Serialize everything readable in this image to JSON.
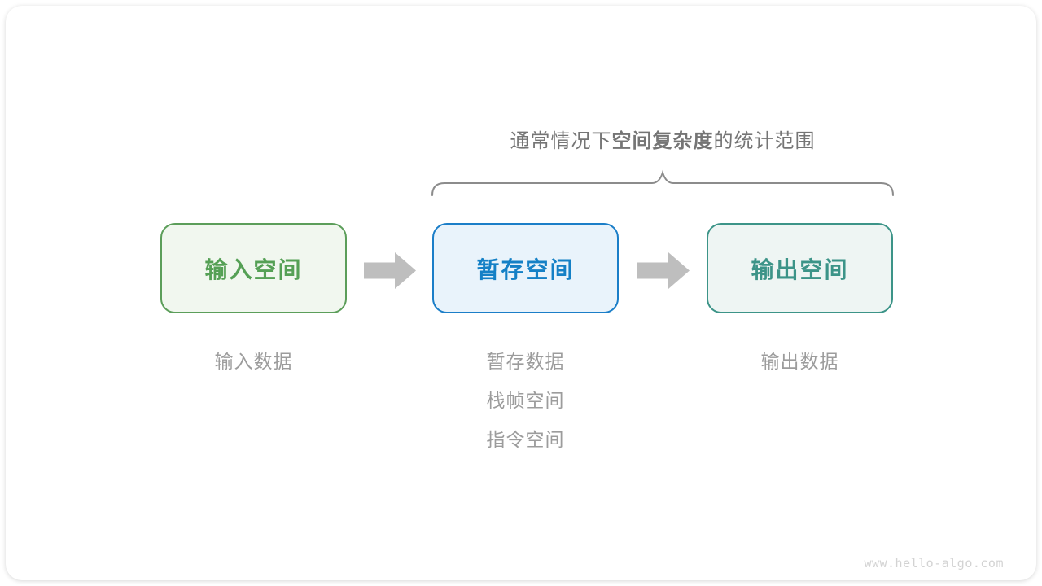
{
  "card": {
    "annotation_title": {
      "prefix": "通常情况下",
      "bold": "空间复杂度",
      "suffix": "的统计范围"
    },
    "brace_color": "#8C8C8C",
    "arrow_color": "#BEBEBE",
    "boxes": [
      {
        "id": "input-space",
        "label": "输入空间",
        "border_color": "#5C9E5A",
        "text_color": "#55A055",
        "fill_color": "#F1F7EF",
        "caption_lines": [
          "输入数据"
        ]
      },
      {
        "id": "temporary-space",
        "label": "暂存空间",
        "border_color": "#1B7EC8",
        "text_color": "#1480C6",
        "fill_color": "#E9F3FB",
        "caption_lines": [
          "暂存数据",
          "栈帧空间",
          "指令空间"
        ]
      },
      {
        "id": "output-space",
        "label": "输出空间",
        "border_color": "#3C9488",
        "text_color": "#3C9488",
        "fill_color": "#EEF5F3",
        "caption_lines": [
          "输出数据"
        ]
      }
    ],
    "caption_text_color": "#9C9C9C",
    "title_text_color": "#757575",
    "watermark": "www.hello-algo.com"
  }
}
